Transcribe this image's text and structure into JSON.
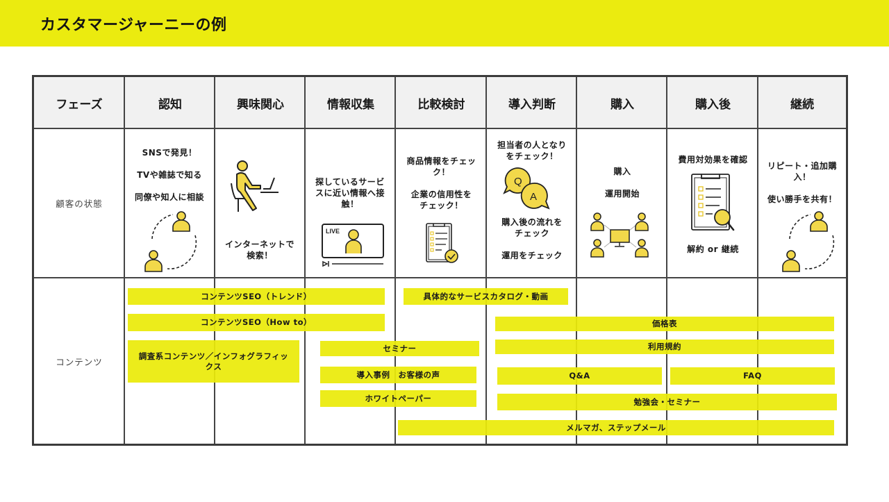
{
  "title": "カスタマージャーニーの例",
  "colors": {
    "accent_yellow": "#ebeb0f",
    "grid_line": "#444444",
    "header_bg": "#f1f1f1",
    "icon_yellow": "#f2d84a"
  },
  "header": {
    "phase_label": "フェーズ",
    "phases": [
      "認知",
      "興味関心",
      "情報収集",
      "比較検討",
      "導入判断",
      "購入",
      "購入後",
      "継続"
    ]
  },
  "customer_state": {
    "label": "顧客の状態",
    "cells": [
      {
        "phase": "認知",
        "lines": [
          "SNSで発見！",
          "TVや雑誌で知る",
          "同僚や知人に相談"
        ],
        "icon": "people-sharing-cycle-icon"
      },
      {
        "phase": "興味関心",
        "lines": [
          "インターネットで",
          "検索！"
        ],
        "icon": "person-at-laptop-icon"
      },
      {
        "phase": "情報収集",
        "lines": [
          "探しているサービ",
          "スに近い情報へ接",
          "触！"
        ],
        "icon": "live-video-icon",
        "icon_text": "LIVE"
      },
      {
        "phase": "比較検討",
        "lines": [
          "商品情報をチェッ",
          "ク！",
          "企業の信用性を",
          "チェック！"
        ],
        "icon": "clipboard-check-icon"
      },
      {
        "phase": "導入判断",
        "lines": [
          "担当者の人となり",
          "をチェック！",
          "購入後の流れを",
          "チェック",
          "運用をチェック"
        ],
        "icon": "qa-bubbles-icon",
        "icon_text": [
          "Q",
          "A"
        ]
      },
      {
        "phase": "購入",
        "lines": [
          "購入",
          "運用開始"
        ],
        "icon": "team-computer-icon"
      },
      {
        "phase": "購入後",
        "lines": [
          "費用対効果を確認",
          "解約 or 継続"
        ],
        "icon": "clipboard-search-icon"
      },
      {
        "phase": "継続",
        "lines": [
          "リピート・追加購",
          "入！",
          "使い勝手を共有！"
        ],
        "icon": "people-sharing-cycle-icon"
      }
    ]
  },
  "contents": {
    "label": "コンテンツ",
    "bars": [
      {
        "label": "コンテンツSEO（トレンド）",
        "span": [
          "認知",
          "情報収集"
        ]
      },
      {
        "label": "コンテンツSEO（How to）",
        "span": [
          "認知",
          "情報収集"
        ]
      },
      {
        "label": "調査系コンテンツ／インフォグラフィックス",
        "span": [
          "認知",
          "興味関心"
        ]
      },
      {
        "label": "具体的なサービスカタログ・動画",
        "span": [
          "比較検討",
          "導入判断"
        ]
      },
      {
        "label": "セミナー",
        "span": [
          "情報収集",
          "比較検討"
        ]
      },
      {
        "label": "導入事例　お客様の声",
        "span": [
          "情報収集",
          "比較検討"
        ]
      },
      {
        "label": "ホワイトペーパー",
        "span": [
          "情報収集",
          "比較検討"
        ]
      },
      {
        "label": "価格表",
        "span": [
          "導入判断",
          "継続"
        ]
      },
      {
        "label": "利用規約",
        "span": [
          "導入判断",
          "継続"
        ]
      },
      {
        "label": "Q&A",
        "span": [
          "導入判断",
          "購入"
        ]
      },
      {
        "label": "FAQ",
        "span": [
          "購入後",
          "継続"
        ]
      },
      {
        "label": "勉強会・セミナー",
        "span": [
          "導入判断",
          "継続"
        ]
      },
      {
        "label": "メルマガ、ステップメール",
        "span": [
          "比較検討",
          "継続"
        ]
      }
    ]
  }
}
